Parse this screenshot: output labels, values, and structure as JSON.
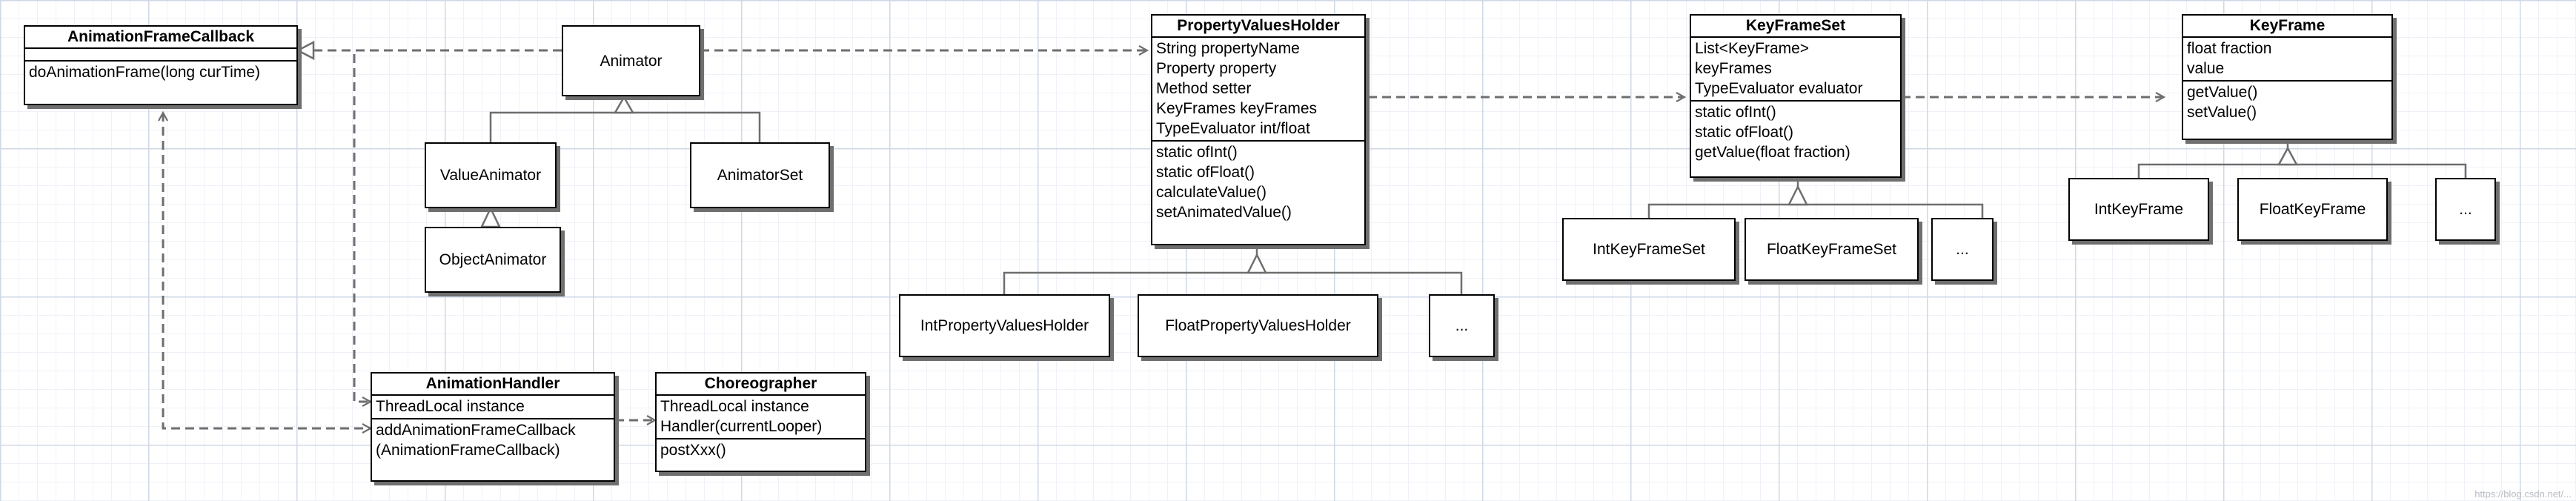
{
  "classes": {
    "animation_frame_callback": {
      "title": "AnimationFrameCallback",
      "methods": [
        "doAnimationFrame(long curTime)"
      ]
    },
    "animation_handler": {
      "title": "AnimationHandler",
      "fields": [
        "ThreadLocal instance"
      ],
      "methods": [
        "addAnimationFrameCallback",
        "(AnimationFrameCallback)"
      ]
    },
    "choreographer": {
      "title": "Choreographer",
      "fields": [
        "ThreadLocal instance",
        "Handler(currentLooper)"
      ],
      "methods": [
        "postXxx()"
      ]
    },
    "property_values_holder": {
      "title": "PropertyValuesHolder",
      "fields": [
        "String propertyName",
        "Property property",
        "Method setter",
        "KeyFrames keyFrames",
        "TypeEvaluator int/float"
      ],
      "methods": [
        "static ofInt()",
        "static ofFloat()",
        "calculateValue()",
        "setAnimatedValue()"
      ]
    },
    "key_frame_set": {
      "title": "KeyFrameSet",
      "fields": [
        "List<KeyFrame>",
        "keyFrames",
        "TypeEvaluator evaluator"
      ],
      "methods": [
        "static ofInt()",
        "static ofFloat()",
        "getValue(float fraction)"
      ]
    },
    "key_frame": {
      "title": "KeyFrame",
      "fields": [
        "float fraction",
        "value"
      ],
      "methods": [
        "getValue()",
        "setValue()"
      ]
    }
  },
  "simple_boxes": {
    "animator": "Animator",
    "value_animator": "ValueAnimator",
    "animator_set": "AnimatorSet",
    "object_animator": "ObjectAnimator",
    "int_property_values_holder": "IntPropertyValuesHolder",
    "float_property_values_holder": "FloatPropertyValuesHolder",
    "pvh_more": "...",
    "int_key_frame_set": "IntKeyFrameSet",
    "float_key_frame_set": "FloatKeyFrameSet",
    "kfs_more": "...",
    "int_key_frame": "IntKeyFrame",
    "float_key_frame": "FloatKeyFrame",
    "kf_more": "..."
  },
  "colors": {
    "line": "#000000",
    "dashed": "#6e6e6e",
    "shadow": "#6f6f6f",
    "grid": "#cfd8e6"
  },
  "watermark": "https://blog.csdn.net/...",
  "relations": [
    {
      "from": "Animator",
      "to": "AnimationFrameCallback",
      "type": "realization"
    },
    {
      "from": "ValueAnimator",
      "to": "Animator",
      "type": "generalization"
    },
    {
      "from": "AnimatorSet",
      "to": "Animator",
      "type": "generalization"
    },
    {
      "from": "ObjectAnimator",
      "to": "ValueAnimator",
      "type": "generalization"
    },
    {
      "from": "Animator",
      "to": "PropertyValuesHolder",
      "type": "dependency"
    },
    {
      "from": "PropertyValuesHolder",
      "to": "KeyFrameSet",
      "type": "dependency"
    },
    {
      "from": "KeyFrameSet",
      "to": "KeyFrame",
      "type": "dependency"
    },
    {
      "from": "IntPropertyValuesHolder",
      "to": "PropertyValuesHolder",
      "type": "generalization"
    },
    {
      "from": "FloatPropertyValuesHolder",
      "to": "PropertyValuesHolder",
      "type": "generalization"
    },
    {
      "from": "IntKeyFrameSet",
      "to": "KeyFrameSet",
      "type": "generalization"
    },
    {
      "from": "FloatKeyFrameSet",
      "to": "KeyFrameSet",
      "type": "generalization"
    },
    {
      "from": "IntKeyFrame",
      "to": "KeyFrame",
      "type": "generalization"
    },
    {
      "from": "FloatKeyFrame",
      "to": "KeyFrame",
      "type": "generalization"
    },
    {
      "from": "AnimationHandler",
      "to": "Choreographer",
      "type": "dependency"
    },
    {
      "from": "AnimationFrameCallback",
      "to": "AnimationHandler",
      "type": "association"
    },
    {
      "from": "Animator",
      "to": "AnimationHandler",
      "type": "dependency"
    }
  ]
}
